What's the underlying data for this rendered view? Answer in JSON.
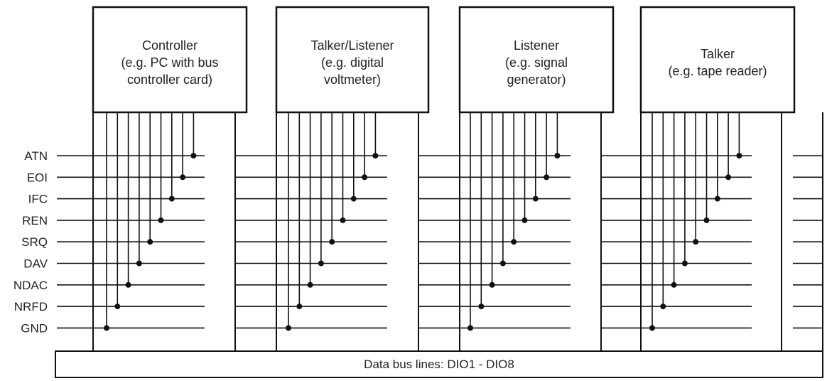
{
  "devices": [
    {
      "lines": [
        "Controller",
        "(e.g. PC with bus",
        "controller card)"
      ]
    },
    {
      "lines": [
        "Talker/Listener",
        "(e.g. digital",
        "voltmeter)"
      ]
    },
    {
      "lines": [
        "Listener",
        "(e.g. signal",
        "generator)"
      ]
    },
    {
      "lines": [
        "Talker",
        "(e.g. tape reader)"
      ]
    }
  ],
  "signals": [
    "ATN",
    "EOI",
    "IFC",
    "REN",
    "SRQ",
    "DAV",
    "NDAC",
    "NRFD",
    "GND"
  ],
  "data_bus": {
    "label": "Data bus lines: DIO1 - DIO8"
  },
  "colors": {
    "line": "#111111",
    "text": "#222222",
    "background": "#ffffff"
  }
}
